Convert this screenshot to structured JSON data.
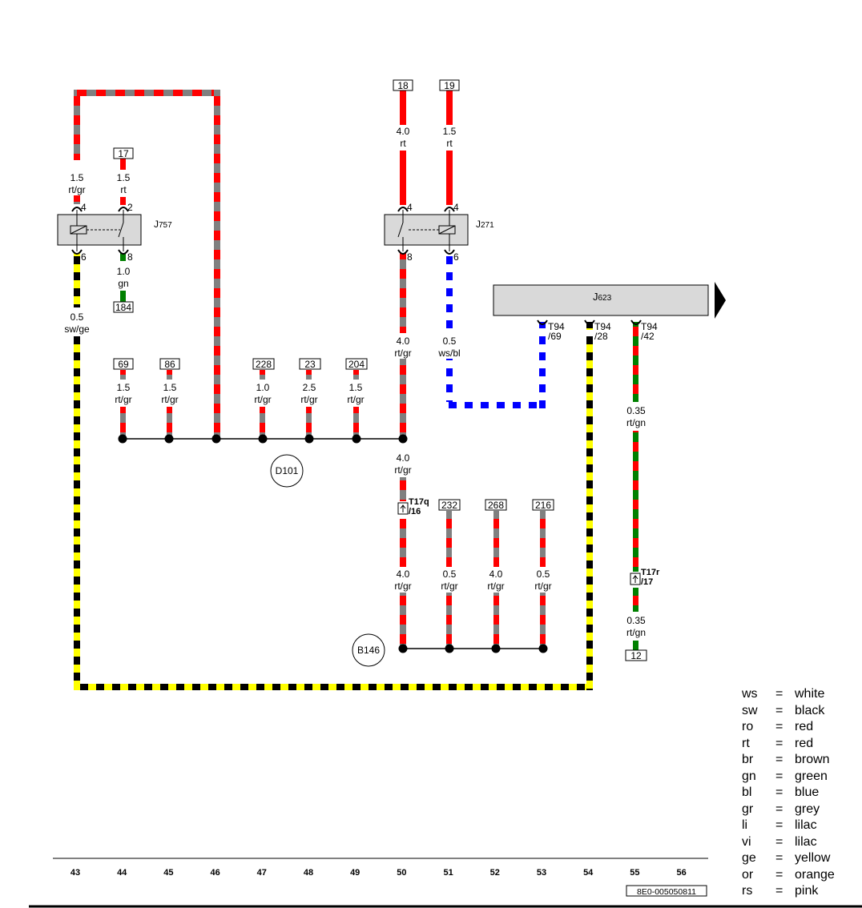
{
  "components": {
    "J757": {
      "name": "J",
      "sub": "757"
    },
    "J271": {
      "name": "J",
      "sub": "271"
    },
    "J623": {
      "name": "J",
      "sub": "623"
    },
    "D101": "D101",
    "B146": "B146"
  },
  "pins": {
    "j757_4": "4",
    "j757_2": "2",
    "j757_6": "6",
    "j757_8": "8",
    "j271_4a": "4",
    "j271_4b": "4",
    "j271_8": "8",
    "j271_6": "6"
  },
  "refs": {
    "r17": "17",
    "r184": "184",
    "r18": "18",
    "r19": "19",
    "r69": "69",
    "r86": "86",
    "r228": "228",
    "r23": "23",
    "r204": "204",
    "r232": "232",
    "r268": "268",
    "r216": "216",
    "r12": "12"
  },
  "wires": {
    "w1": [
      "1.5",
      "rt/gr"
    ],
    "w2": [
      "1.5",
      "rt"
    ],
    "w3": [
      "1.0",
      "gn"
    ],
    "w4": [
      "0.5",
      "sw/ge"
    ],
    "w5": [
      "4.0",
      "rt"
    ],
    "w6": [
      "1.5",
      "rt"
    ],
    "w7": [
      "4.0",
      "rt/gr"
    ],
    "w8": [
      "0.5",
      "ws/bl"
    ],
    "w9": [
      "1.5",
      "rt/gr"
    ],
    "w10": [
      "1.5",
      "rt/gr"
    ],
    "w11": [
      "1.0",
      "rt/gr"
    ],
    "w12": [
      "2.5",
      "rt/gr"
    ],
    "w13": [
      "1.5",
      "rt/gr"
    ],
    "w14": [
      "4.0",
      "rt/gr"
    ],
    "w15": [
      "4.0",
      "rt/gr"
    ],
    "w16": [
      "0.5",
      "rt/gr"
    ],
    "w17": [
      "4.0",
      "rt/gr"
    ],
    "w18": [
      "0.5",
      "rt/gr"
    ],
    "w19": [
      "0.35",
      "rt/gn"
    ],
    "w20": [
      "0.35",
      "rt/gn"
    ]
  },
  "connectors": {
    "t94_69": [
      "T94",
      "/69"
    ],
    "t94_28": [
      "T94",
      "/28"
    ],
    "t94_42": [
      "T94",
      "/42"
    ],
    "t17q": [
      "T17q",
      "/16"
    ],
    "t17r": [
      "T17r",
      "/17"
    ]
  },
  "grid_numbers": [
    "43",
    "44",
    "45",
    "46",
    "47",
    "48",
    "49",
    "50",
    "51",
    "52",
    "53",
    "54",
    "55",
    "56"
  ],
  "doc_code": "8E0-005050811",
  "legend": [
    {
      "abbr": "ws",
      "eq": "=",
      "meaning": "white"
    },
    {
      "abbr": "sw",
      "eq": "=",
      "meaning": "black"
    },
    {
      "abbr": "ro",
      "eq": "=",
      "meaning": "red"
    },
    {
      "abbr": "rt",
      "eq": "=",
      "meaning": "red"
    },
    {
      "abbr": "br",
      "eq": "=",
      "meaning": "brown"
    },
    {
      "abbr": "gn",
      "eq": "=",
      "meaning": "green"
    },
    {
      "abbr": "bl",
      "eq": "=",
      "meaning": "blue"
    },
    {
      "abbr": "gr",
      "eq": "=",
      "meaning": "grey"
    },
    {
      "abbr": "li",
      "eq": "=",
      "meaning": "lilac"
    },
    {
      "abbr": "vi",
      "eq": "=",
      "meaning": "lilac"
    },
    {
      "abbr": "ge",
      "eq": "=",
      "meaning": "yellow"
    },
    {
      "abbr": "or",
      "eq": "=",
      "meaning": "orange"
    },
    {
      "abbr": "rs",
      "eq": "=",
      "meaning": "pink"
    }
  ],
  "colors": {
    "red": "#ff0000",
    "grey": "#808080",
    "green": "#008000",
    "blue": "#0000ff",
    "yellow": "#ffff00",
    "black": "#000000",
    "white": "#ffffff",
    "relay": "#d9d9d9"
  }
}
